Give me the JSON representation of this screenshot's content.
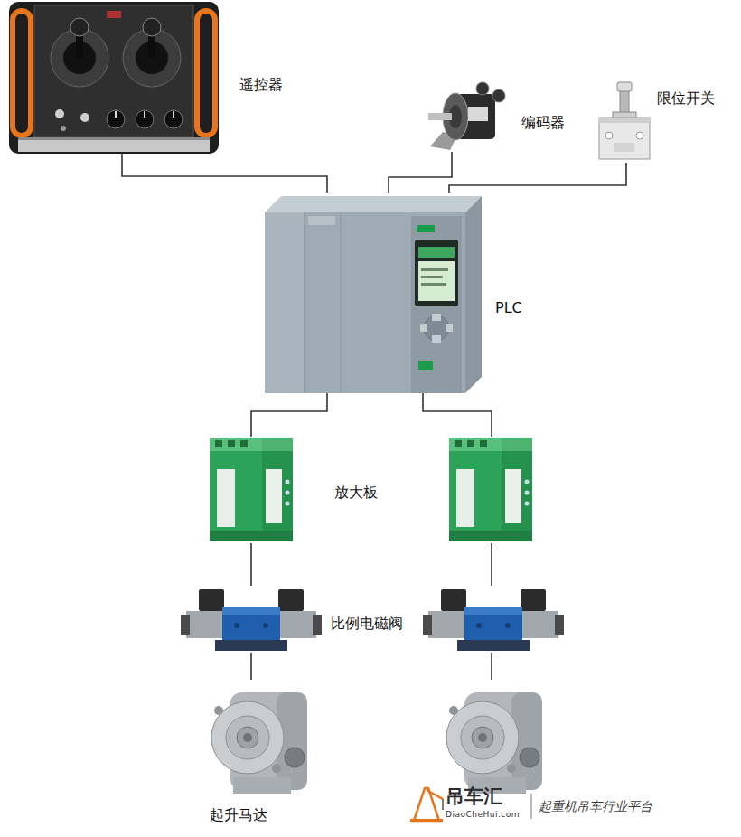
{
  "diagram": {
    "nodes": [
      {
        "text": [
          "遥控器"
        ]
      },
      {
        "text": [
          "编码器"
        ]
      },
      {
        "text": [
          "限位开关"
        ]
      },
      {
        "text": [
          "PLC"
        ]
      },
      {
        "text": [
          "放大板"
        ]
      },
      {
        "text": [
          "比例电磁阀"
        ]
      },
      {
        "text": [
          "起升马达"
        ]
      }
    ],
    "edges": [
      {
        "from": 0,
        "to": 3,
        "arrow": "none"
      },
      {
        "from": 1,
        "to": 3,
        "arrow": "none"
      },
      {
        "from": 2,
        "to": 3,
        "arrow": "none"
      },
      {
        "from": 3,
        "to": 4,
        "arrow": "none"
      },
      {
        "from": 4,
        "to": 5,
        "arrow": "none"
      },
      {
        "from": 5,
        "to": 6,
        "arrow": "none"
      }
    ],
    "labels": [
      "吊车汇",
      "DiaoCheHui.com",
      "起重机吊车行业平台"
    ]
  }
}
